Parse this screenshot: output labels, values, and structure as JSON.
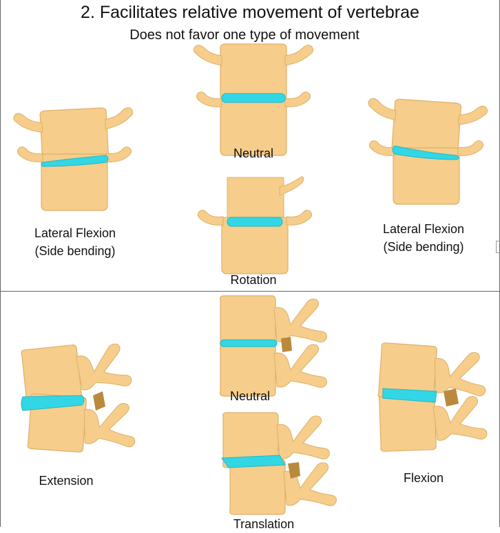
{
  "header": {
    "title": "2. Facilitates relative movement of vertebrae",
    "subtitle": "Does not favor one type of movement"
  },
  "top_row": {
    "left_label_line1": "Lateral Flexion",
    "left_label_line2": "(Side bending)",
    "center_top_label": "Neutral",
    "center_bottom_label": "Rotation",
    "right_label_line1": "Lateral Flexion",
    "right_label_line2": "(Side bending)"
  },
  "bottom_row": {
    "left_label": "Extension",
    "center_top_label": "Neutral",
    "center_bottom_label": "Translation",
    "right_label": "Flexion"
  },
  "colors": {
    "bone": "#F6CD8A",
    "bone_edge": "#D9A85C",
    "disc": "#33D6E4",
    "facet": "#B98A3E"
  }
}
